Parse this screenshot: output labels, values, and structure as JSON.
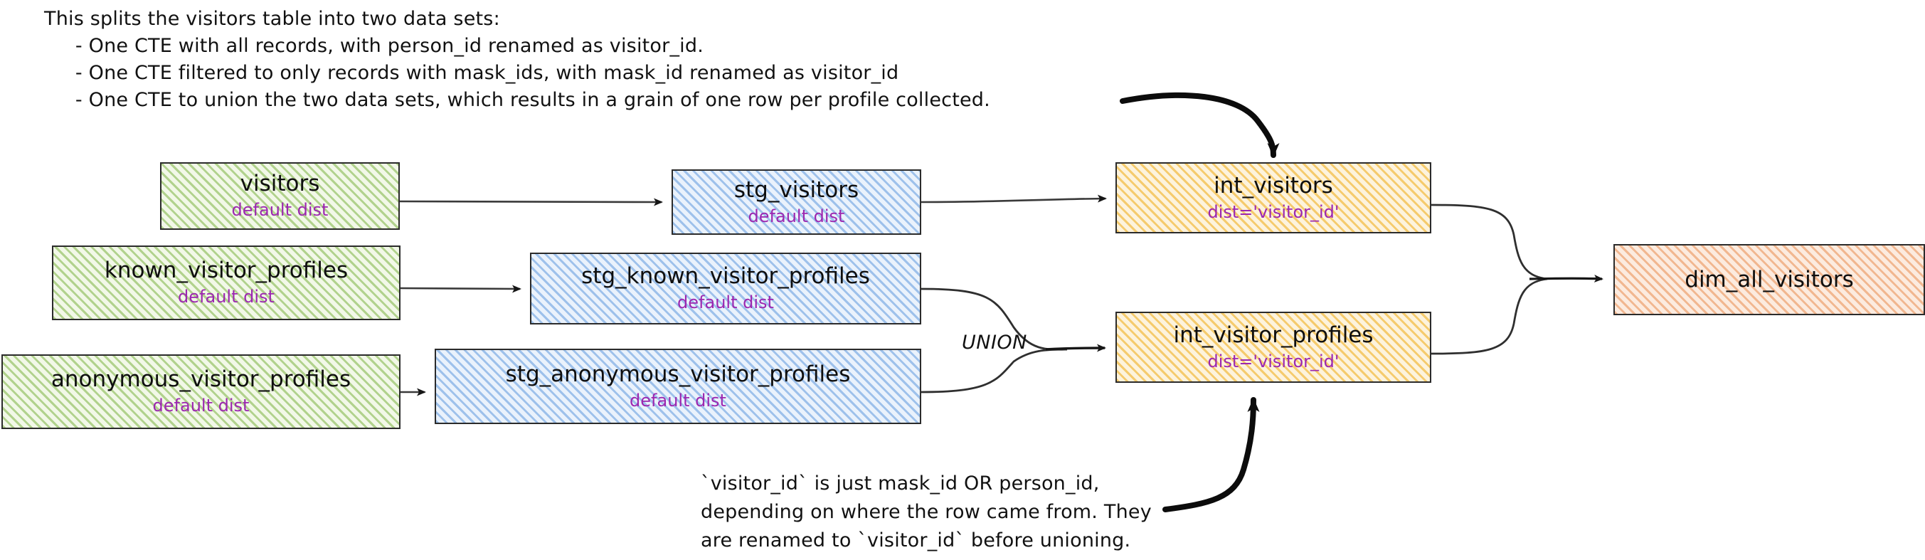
{
  "diagram": {
    "type": "dbt lineage / data flow diagram",
    "notes": {
      "top": "This splits the visitors table into two data sets:\n     - One CTE with all records, with person_id renamed as visitor_id.\n     - One CTE filtered to only records with mask_ids, with mask_id renamed as visitor_id\n     - One CTE to union the two data sets, which results in a grain of one row per profile collected.",
      "bottom": "`visitor_id` is just mask_id OR person_id,\ndepending on where the row came from. They\nare renamed to `visitor_id` before unioning."
    },
    "union_label": "UNION",
    "colors": {
      "source": "#7cb342",
      "staging": "#4285d6",
      "intermediate": "#f0b228",
      "dimension": "#e88c50",
      "subtitle": "#9c27b0",
      "stroke": "#2b2b2b"
    },
    "nodes": [
      {
        "id": "visitors",
        "layer": "source",
        "title": "visitors",
        "subtitle": "default dist"
      },
      {
        "id": "known",
        "layer": "source",
        "title": "known_visitor_profiles",
        "subtitle": "default dist"
      },
      {
        "id": "anonymous",
        "layer": "source",
        "title": "anonymous_visitor_profiles",
        "subtitle": "default dist"
      },
      {
        "id": "stg_visitors",
        "layer": "staging",
        "title": "stg_visitors",
        "subtitle": "default dist"
      },
      {
        "id": "stg_known",
        "layer": "staging",
        "title": "stg_known_visitor_profiles",
        "subtitle": "default dist"
      },
      {
        "id": "stg_anonymous",
        "layer": "staging",
        "title": "stg_anonymous_visitor_profiles",
        "subtitle": "default dist"
      },
      {
        "id": "int_visitors",
        "layer": "intermediate",
        "title": "int_visitors",
        "subtitle": "dist='visitor_id'"
      },
      {
        "id": "int_profiles",
        "layer": "intermediate",
        "title": "int_visitor_profiles",
        "subtitle": "dist='visitor_id'"
      },
      {
        "id": "dim_all",
        "layer": "dimension",
        "title": "dim_all_visitors",
        "subtitle": ""
      }
    ],
    "edges": [
      {
        "from": "visitors",
        "to": "stg_visitors"
      },
      {
        "from": "known",
        "to": "stg_known"
      },
      {
        "from": "anonymous",
        "to": "stg_anonymous"
      },
      {
        "from": "stg_visitors",
        "to": "int_visitors"
      },
      {
        "from": "stg_known",
        "to": "int_profiles",
        "label": "UNION"
      },
      {
        "from": "stg_anonymous",
        "to": "int_profiles",
        "label": "UNION"
      },
      {
        "from": "int_visitors",
        "to": "dim_all"
      },
      {
        "from": "int_profiles",
        "to": "dim_all"
      },
      {
        "from": "note-top",
        "to": "int_visitors",
        "kind": "annotation"
      },
      {
        "from": "note-bottom",
        "to": "int_profiles",
        "kind": "annotation"
      }
    ]
  }
}
